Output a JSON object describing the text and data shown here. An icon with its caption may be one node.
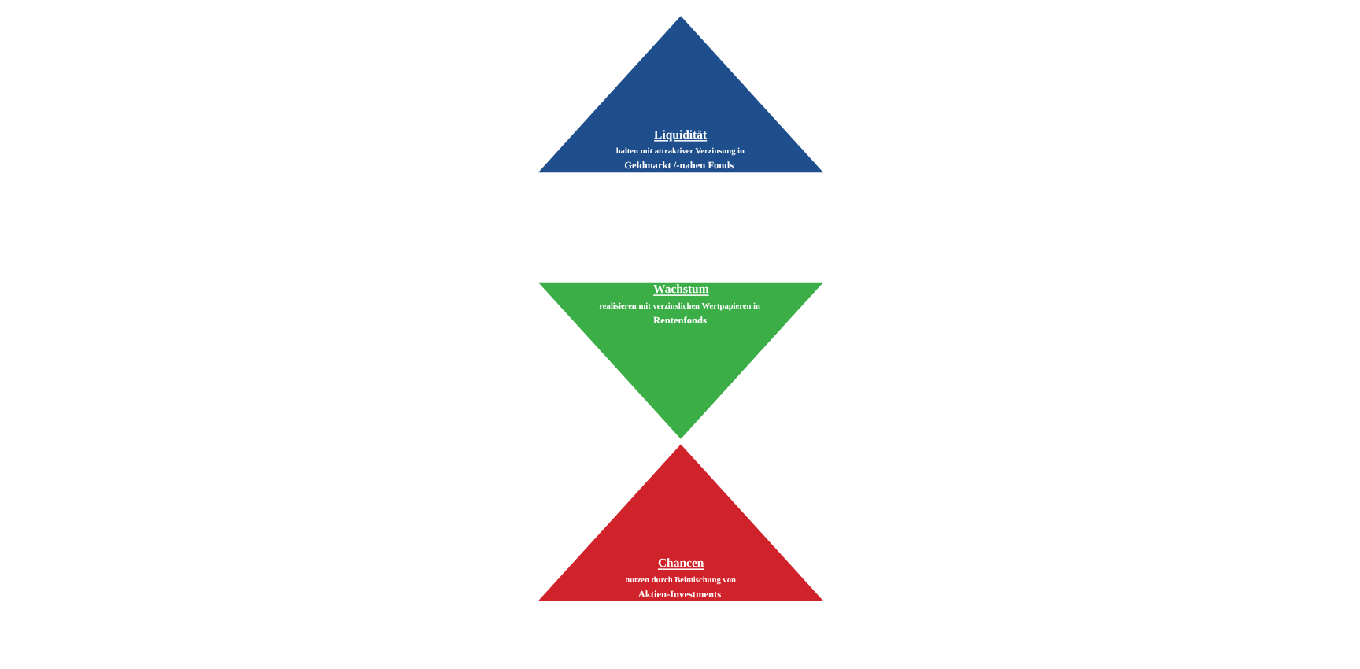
{
  "diagram": {
    "nodes": [
      {
        "text": [
          "Liquidität",
          "halten mit attraktiver Verzinsung in",
          "Geldmarkt /-nahen Fonds"
        ]
      },
      {
        "text": [
          "Wachstum",
          "realisieren mit verzinslichen Wertpapieren in",
          "Rentenfonds"
        ]
      },
      {
        "text": [
          "Chancen",
          "nutzen durch Beimischung von",
          "Aktien-Investments"
        ]
      }
    ],
    "edges": []
  }
}
